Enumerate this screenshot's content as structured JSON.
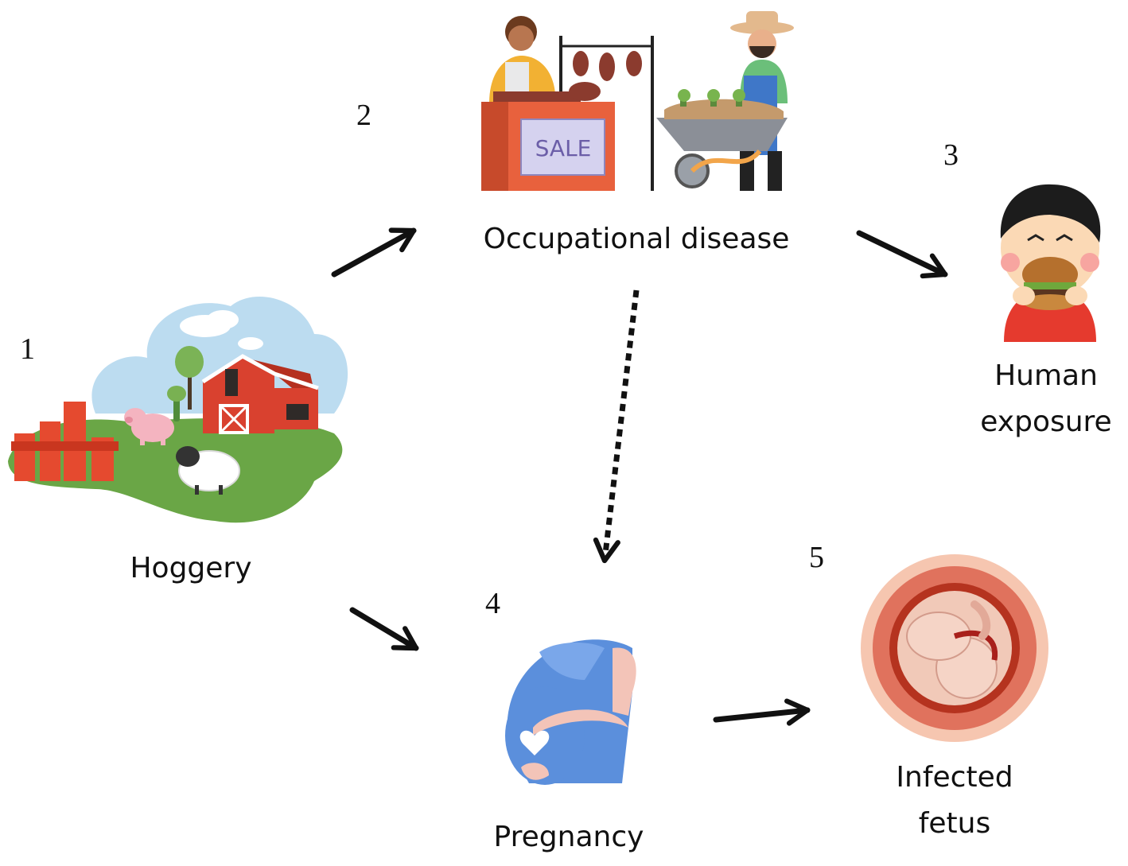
{
  "nodes": {
    "hoggery": {
      "number": "1",
      "label": "Hoggery"
    },
    "occupational": {
      "number": "2",
      "label": "Occupational disease",
      "sign": "SALE"
    },
    "human": {
      "number": "3",
      "label_line1": "Human",
      "label_line2": "exposure"
    },
    "pregnancy": {
      "number": "4",
      "label": "Pregnancy"
    },
    "fetus": {
      "number": "5",
      "label_line1": "Infected",
      "label_line2": "fetus"
    }
  },
  "colors": {
    "barn": "#d9412f",
    "grass": "#6aa646",
    "sky": "#bcdcf0",
    "pig": "#f4b4c0",
    "stall": "#e8613d",
    "wheelbarrow": "#8b8f97",
    "boy_shirt": "#e53a2e",
    "pregnant_blue": "#5b8fdc",
    "womb": "#e0725d",
    "arrow": "#111111"
  }
}
